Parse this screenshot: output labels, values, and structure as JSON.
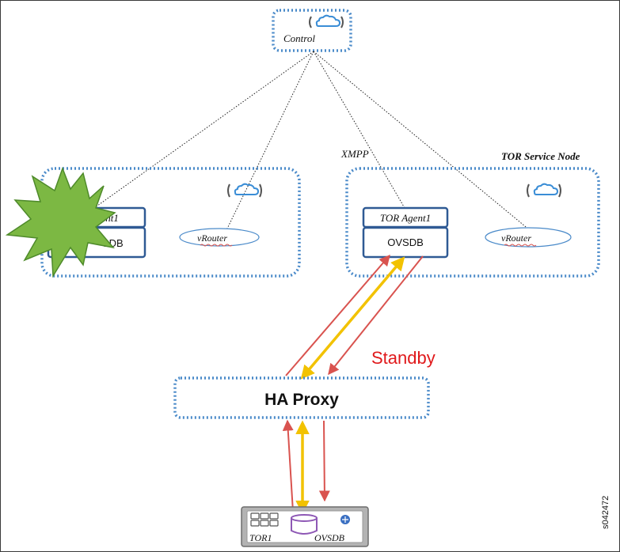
{
  "control": {
    "label": "Control"
  },
  "links": {
    "xmpp_label": "XMPP"
  },
  "tor_service_node": {
    "title": "TOR Service Node"
  },
  "left_node": {
    "agent_label": "gent1",
    "ovsdb_label": "SDB",
    "vrouter_label": "vRouter",
    "status": "failed"
  },
  "right_node": {
    "agent_label": "TOR Agent1",
    "ovsdb_label": "OVSDB",
    "vrouter_label": "vRouter",
    "status_label": "Standby"
  },
  "ha_proxy": {
    "label": "HA Proxy"
  },
  "tor_switch": {
    "name_label": "TOR1",
    "ovsdb_label": "OVSDB"
  },
  "figure_id": "s042472",
  "colors": {
    "dotted_border": "#4a8ac9",
    "box_border": "#2f5a94",
    "arrow_red": "#d9534f",
    "arrow_yellow": "#f2c200",
    "standby": "#e0191b",
    "burst_fill": "#7cb843",
    "burst_stroke": "#4e8a2a",
    "cloud": "#3a8dd6",
    "db_cylinder": "#8e58b5"
  }
}
